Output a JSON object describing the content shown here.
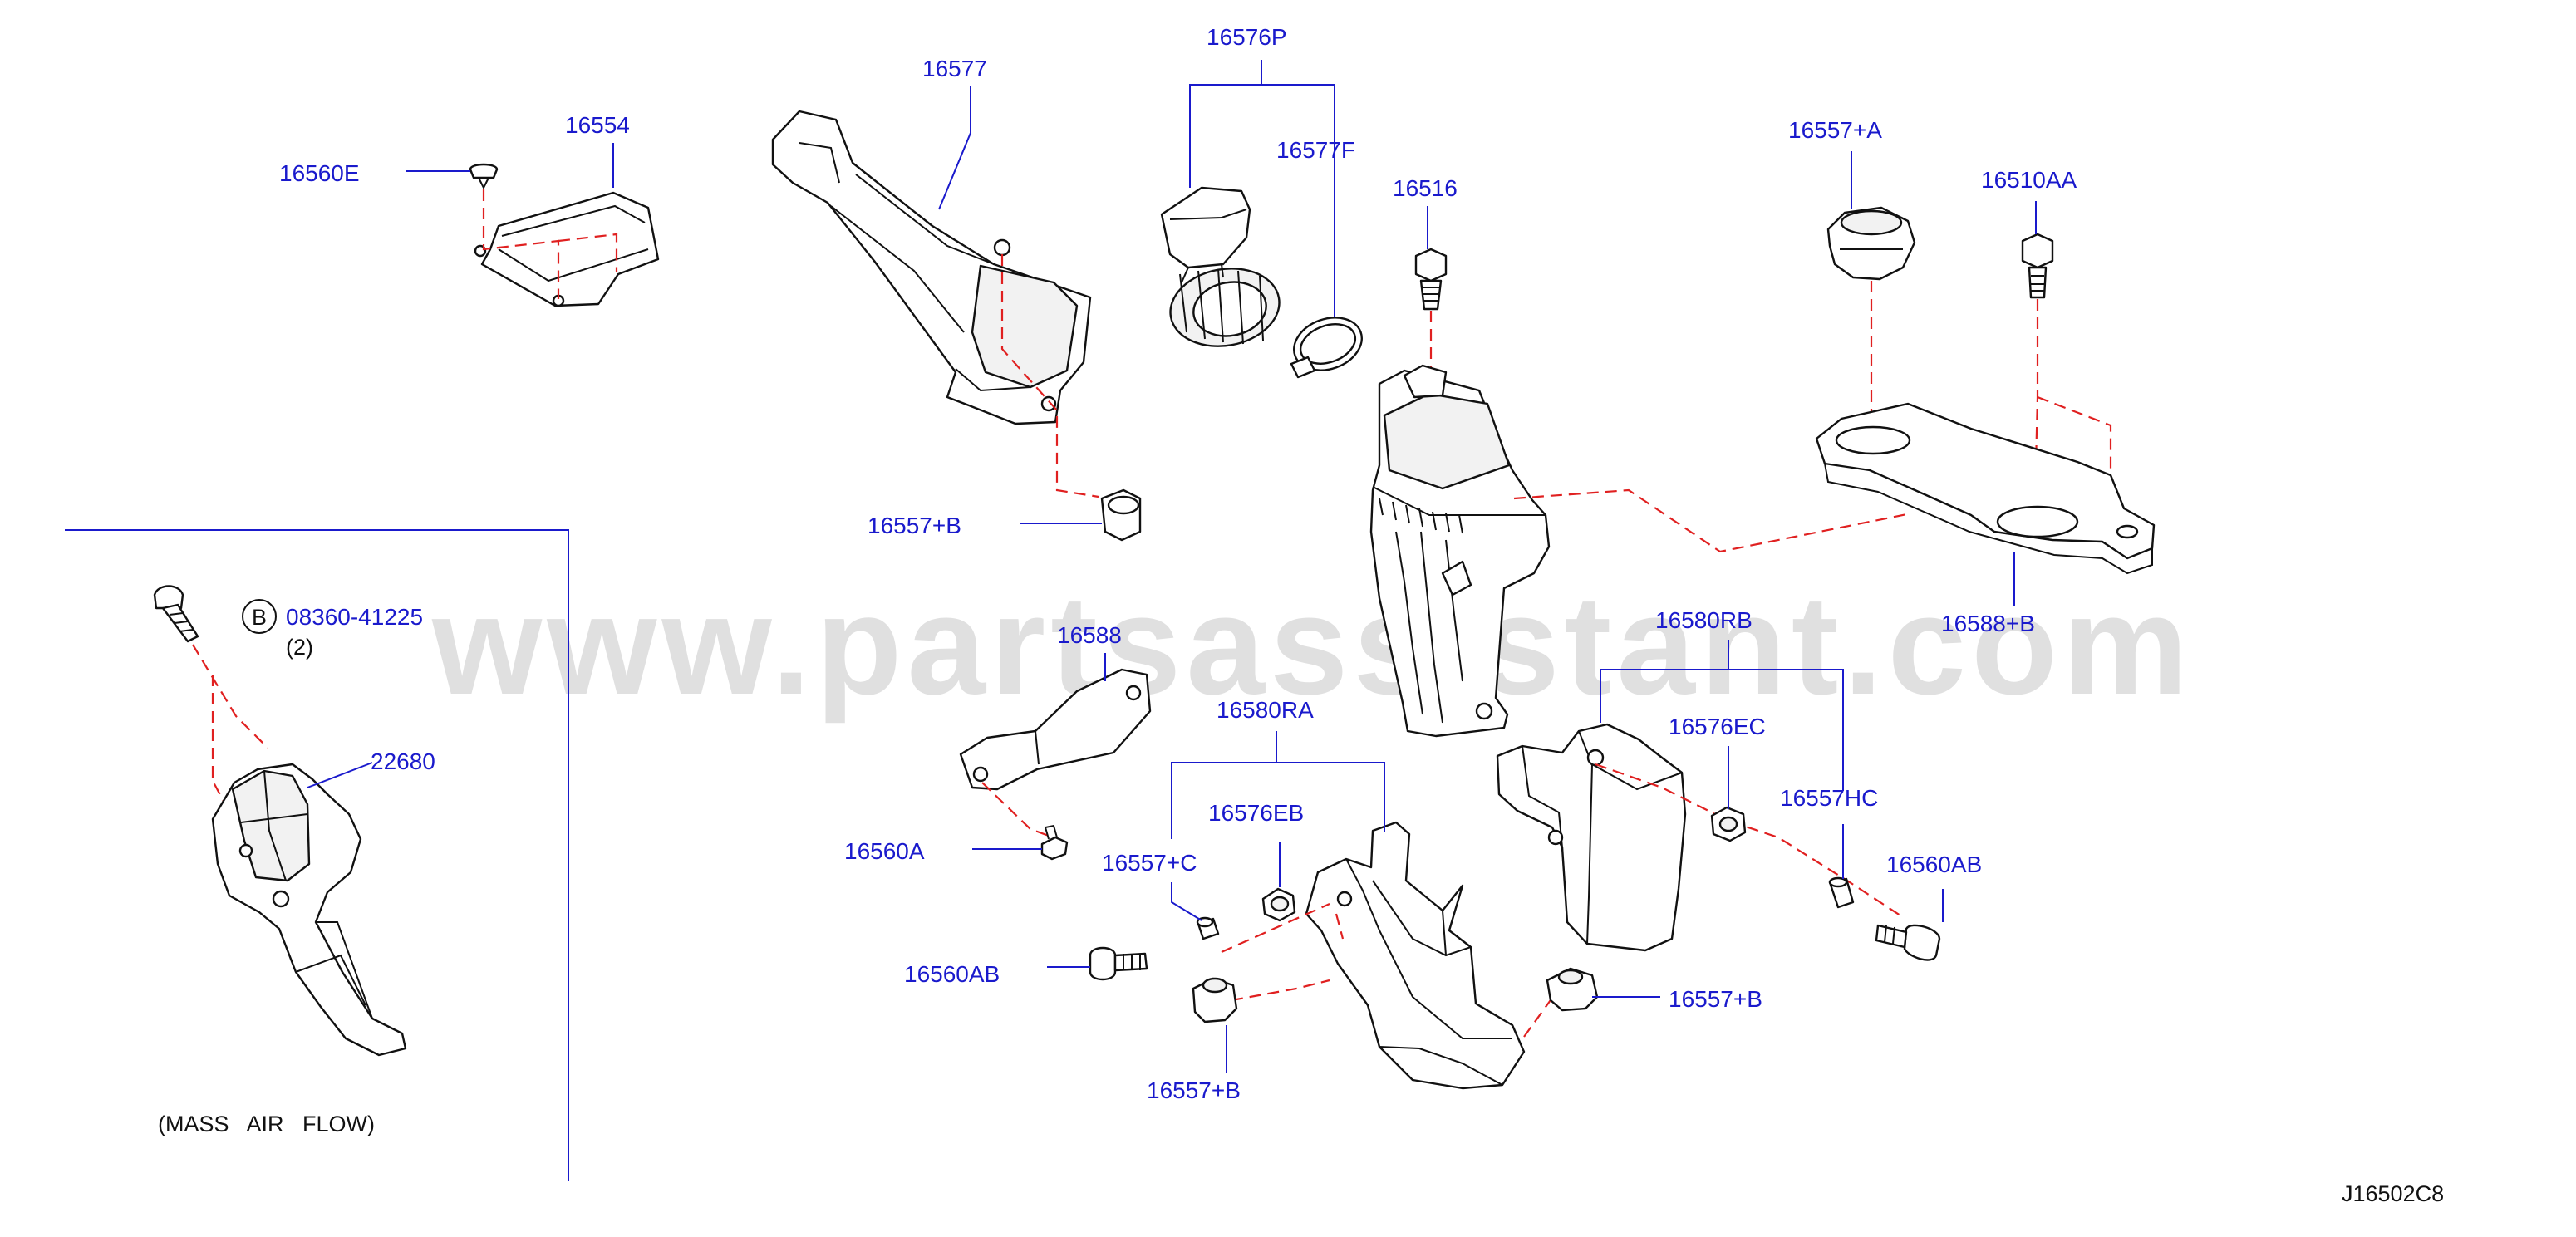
{
  "diagram": {
    "code": "J16502C8",
    "watermark": "www.partsassistant.com",
    "caption": "(MASS   AIR   FLOW)",
    "circle_letter": "B",
    "parts": {
      "p16554": "16554",
      "p16560E": "16560E",
      "p16577": "16577",
      "p16576P": "16576P",
      "p16577F": "16577F",
      "p16516": "16516",
      "p16557A": "16557+A",
      "p16510AA": "16510AA",
      "p16557B_top": "16557+B",
      "p16588B": "16588+B",
      "p08360": "08360-41225",
      "p08360_qty": "(2)",
      "p22680": "22680",
      "p16588": "16588",
      "p16580RB": "16580RB",
      "p16580RA": "16580RA",
      "p16576EC": "16576EC",
      "p16557HC": "16557HC",
      "p16560A": "16560A",
      "p16557C": "16557+C",
      "p16576EB": "16576EB",
      "p16560AB_right": "16560AB",
      "p16560AB_left": "16560AB",
      "p16557B_right": "16557+B",
      "p16557B_bottom": "16557+B"
    }
  }
}
